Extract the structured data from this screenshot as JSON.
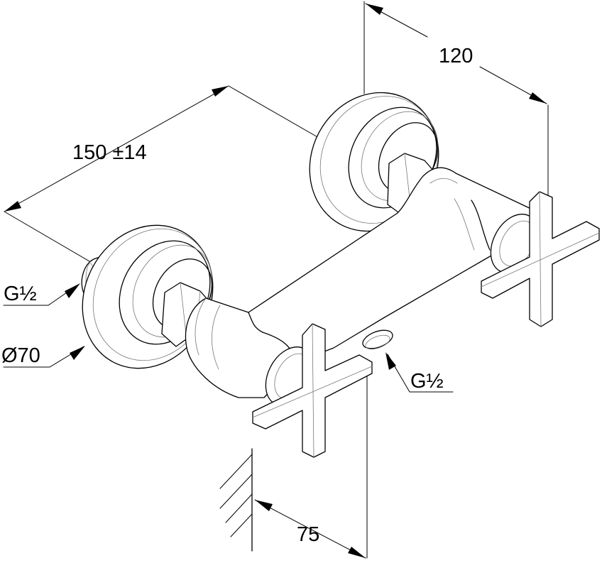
{
  "dimensions": {
    "length": "150 ±14",
    "depth": "120",
    "wall_offset": "75",
    "inlet_thread": "G½",
    "rosette_diameter": "Ø70",
    "outlet_thread": "G½"
  }
}
